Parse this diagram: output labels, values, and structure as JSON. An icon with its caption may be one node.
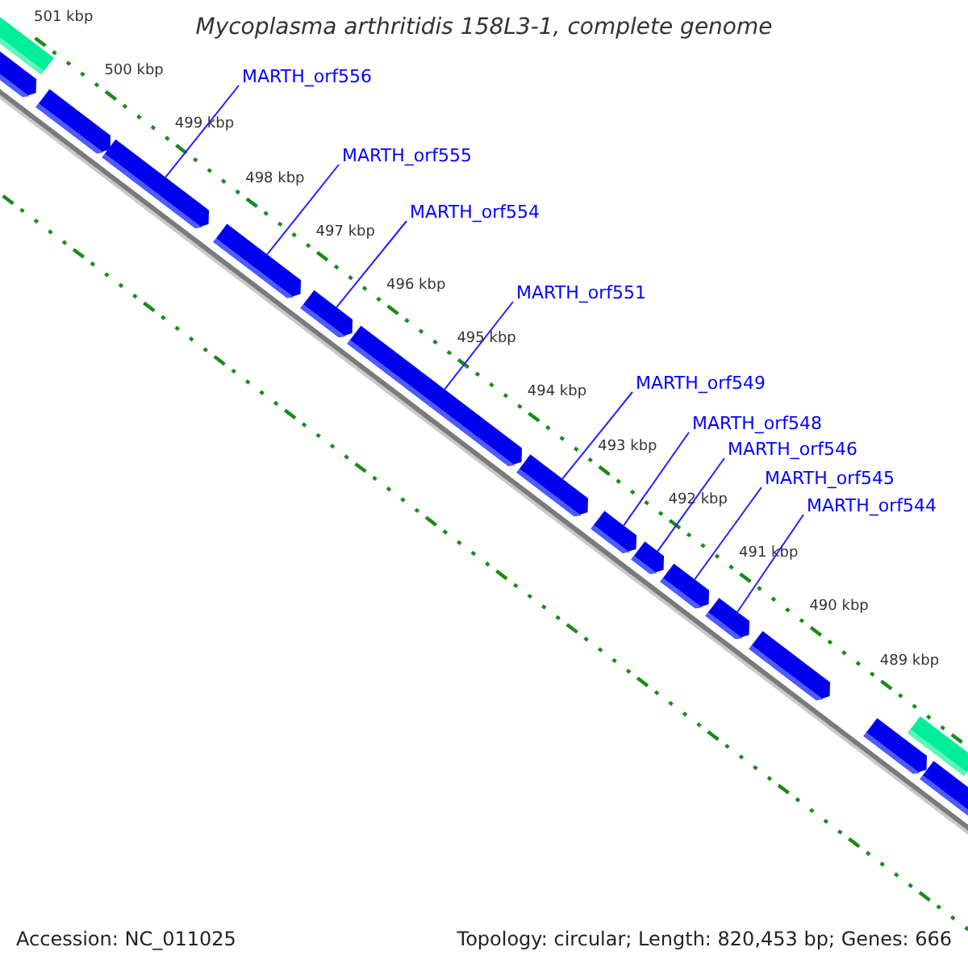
{
  "diagram": {
    "title": "Mycoplasma arthritidis 158L3-1, complete genome",
    "nodes": [
      {
        "text": [
          "MARTH_orf556"
        ]
      },
      {
        "text": [
          "MARTH_orf555"
        ]
      },
      {
        "text": [
          "MARTH_orf554"
        ]
      },
      {
        "text": [
          "MARTH_orf551"
        ]
      },
      {
        "text": [
          "MARTH_orf549"
        ]
      },
      {
        "text": [
          "MARTH_orf548"
        ]
      },
      {
        "text": [
          "MARTH_orf546"
        ]
      },
      {
        "text": [
          "MARTH_orf545"
        ]
      },
      {
        "text": [
          "MARTH_orf544"
        ]
      },
      {
        "text": [],
        "shape": "box"
      },
      {
        "text": [],
        "shape": "arrow"
      },
      {
        "text": [],
        "shape": "arrow"
      },
      {
        "text": [],
        "shape": "arrow"
      },
      {
        "text": [],
        "shape": "arrow"
      },
      {
        "text": [],
        "shape": "arrow"
      },
      {
        "text": [],
        "shape": "arrow"
      },
      {
        "text": [],
        "shape": "arrow"
      },
      {
        "text": [],
        "shape": "arrow"
      },
      {
        "text": [],
        "shape": "arrow"
      },
      {
        "text": [],
        "shape": "arrow"
      },
      {
        "text": [],
        "shape": "arrow"
      },
      {
        "text": [],
        "shape": "arrow"
      },
      {
        "text": [],
        "shape": "arrow"
      },
      {
        "text": [],
        "shape": "box"
      },
      {
        "text": [],
        "shape": "arrow"
      }
    ],
    "edges": [
      {
        "from": 0,
        "to": 12,
        "arrow": "none"
      },
      {
        "from": 1,
        "to": 13,
        "arrow": "none"
      },
      {
        "from": 2,
        "to": 14,
        "arrow": "none"
      },
      {
        "from": 3,
        "to": 15,
        "arrow": "none"
      },
      {
        "from": 4,
        "to": 16,
        "arrow": "none"
      },
      {
        "from": 5,
        "to": 17,
        "arrow": "none"
      },
      {
        "from": 6,
        "to": 18,
        "arrow": "none"
      },
      {
        "from": 7,
        "to": 19,
        "arrow": "none"
      },
      {
        "from": 8,
        "to": 20,
        "arrow": "none"
      }
    ],
    "labels": [
      "501 kbp",
      "500 kbp",
      "499 kbp",
      "498 kbp",
      "497 kbp",
      "496 kbp",
      "495 kbp",
      "494 kbp",
      "493 kbp",
      "492 kbp",
      "491 kbp",
      "490 kbp",
      "489 kbp",
      "Accession: NC_011025",
      "Topology: circular; Length: 820,453 bp; Genes: 666"
    ]
  }
}
